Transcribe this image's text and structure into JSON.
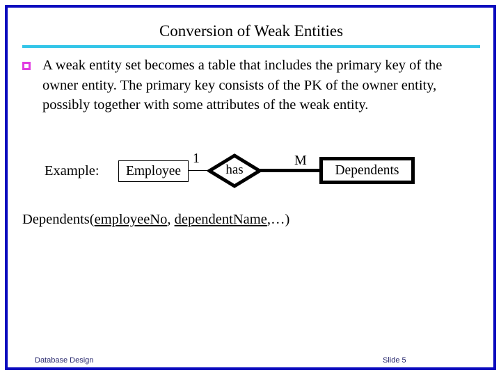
{
  "slide": {
    "title": "Conversion of Weak Entities",
    "frame_color": "#0A0ABE",
    "rule_color": "#33C5E8",
    "background": "#ffffff"
  },
  "bullet": {
    "marker_icon": "square-outline-bullet-icon",
    "marker_color": "#E13CE1",
    "text": "A weak entity set becomes a table that includes the primary key of the owner entity. The primary key consists of the PK of the owner entity, possibly together with some attributes of the weak entity."
  },
  "diagram": {
    "example_label": "Example:",
    "owner_entity": "Employee",
    "relationship": "has",
    "weak_entity": "Dependents",
    "cardinality_owner": "1",
    "cardinality_weak": "M",
    "line_color": "#000000"
  },
  "schema": {
    "relation_name": "Dependents(",
    "key_1": "employeeNo",
    "separator_1": ", ",
    "key_2": "dependentName",
    "ellipsis": ",…)"
  },
  "footer": {
    "left": "Database Design",
    "right": "Slide 5",
    "color": "#25256B"
  }
}
